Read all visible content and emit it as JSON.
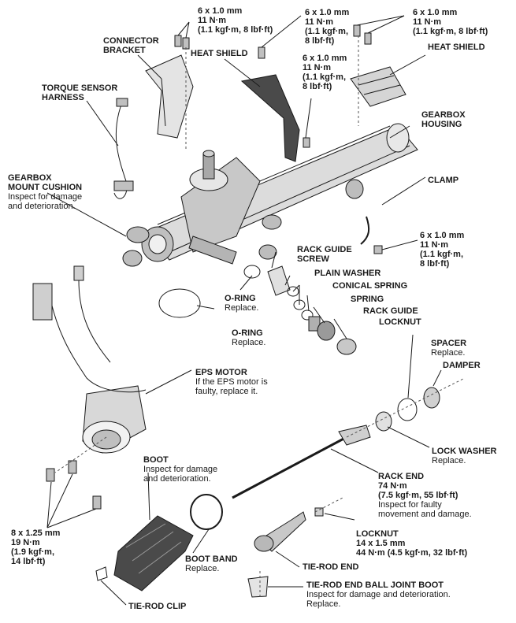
{
  "labels": {
    "bolt_top_left": {
      "title": "6 x 1.0 mm",
      "lines": [
        "11 N·m",
        "(1.1 kgf·m, 8 lbf·ft)"
      ]
    },
    "bolt_top_mid": {
      "title": "6 x 1.0 mm",
      "lines": [
        "11 N·m",
        "(1.1 kgf·m,",
        "8 lbf·ft)"
      ]
    },
    "bolt_top_right": {
      "title": "6 x 1.0 mm",
      "lines": [
        "11 N·m",
        "(1.1 kgf·m, 8 lbf·ft)"
      ]
    },
    "bolt_mid": {
      "title": "6 x 1.0 mm",
      "lines": [
        "11 N·m",
        "(1.1 kgf·m,",
        "8 lbf·ft)"
      ]
    },
    "connector_bracket": {
      "title": "CONNECTOR",
      "lines": [
        "BRACKET"
      ]
    },
    "heat_shield_left": {
      "title": "HEAT SHIELD"
    },
    "heat_shield_right": {
      "title": "HEAT SHIELD"
    },
    "torque_sensor": {
      "title": "TORQUE SENSOR",
      "lines": [
        "HARNESS"
      ]
    },
    "gearbox_housing": {
      "title": "GEARBOX",
      "lines": [
        "HOUSING"
      ]
    },
    "gearbox_mount": {
      "title": "GEARBOX",
      "title2": "MOUNT CUSHION",
      "lines": [
        "Inspect for damage",
        "and deterioration."
      ]
    },
    "clamp": {
      "title": "CLAMP"
    },
    "bolt_clamp": {
      "title": "6 x 1.0 mm",
      "lines": [
        "11 N·m",
        "(1.1 kgf·m,",
        "8 lbf·ft)"
      ]
    },
    "rack_guide_screw": {
      "title": "RACK GUIDE",
      "lines": [
        "SCREW"
      ]
    },
    "plain_washer": {
      "title": "PLAIN WASHER"
    },
    "conical_spring": {
      "title": "CONICAL SPRING"
    },
    "spring": {
      "title": "SPRING"
    },
    "rack_guide": {
      "title": "RACK GUIDE"
    },
    "locknut_top": {
      "title": "LOCKNUT"
    },
    "o_ring_1": {
      "title": "O-RING",
      "lines": [
        "Replace."
      ]
    },
    "o_ring_2": {
      "title": "O-RING",
      "lines": [
        "Replace."
      ]
    },
    "spacer": {
      "title": "SPACER",
      "lines": [
        "Replace."
      ]
    },
    "damper": {
      "title": "DAMPER"
    },
    "eps_motor": {
      "title": "EPS MOTOR",
      "lines": [
        "If the EPS motor is",
        "faulty, replace it."
      ]
    },
    "lock_washer": {
      "title": "LOCK WASHER",
      "lines": [
        "Replace."
      ]
    },
    "boot": {
      "title": "BOOT",
      "lines": [
        "Inspect for damage",
        "and deterioration."
      ]
    },
    "rack_end": {
      "title": "RACK END",
      "spec": [
        "74 N·m",
        "(7.5 kgf·m, 55 lbf·ft)"
      ],
      "lines": [
        "Inspect for faulty",
        "movement and damage."
      ]
    },
    "locknut_bottom": {
      "title": "LOCKNUT",
      "spec": [
        "14 x 1.5 mm",
        "44 N·m (4.5 kgf·m, 32 lbf·ft)"
      ]
    },
    "bolts_8x125": {
      "title": "8 x 1.25 mm",
      "spec": [
        "19 N·m",
        "(1.9 kgf·m,",
        "14 lbf·ft)"
      ]
    },
    "boot_band": {
      "title": "BOOT BAND",
      "lines": [
        "Replace."
      ]
    },
    "tie_rod_end": {
      "title": "TIE-ROD END"
    },
    "tie_rod_boot": {
      "title": "TIE-ROD END BALL JOINT BOOT",
      "lines": [
        "Inspect for damage and deterioration.",
        "Replace."
      ]
    },
    "tie_rod_clip": {
      "title": "TIE-ROD CLIP"
    }
  },
  "colors": {
    "ink": "#1a1a1a",
    "part_fill": "#d9d9d9",
    "part_dark": "#8c8c8c",
    "paper": "#ffffff"
  }
}
